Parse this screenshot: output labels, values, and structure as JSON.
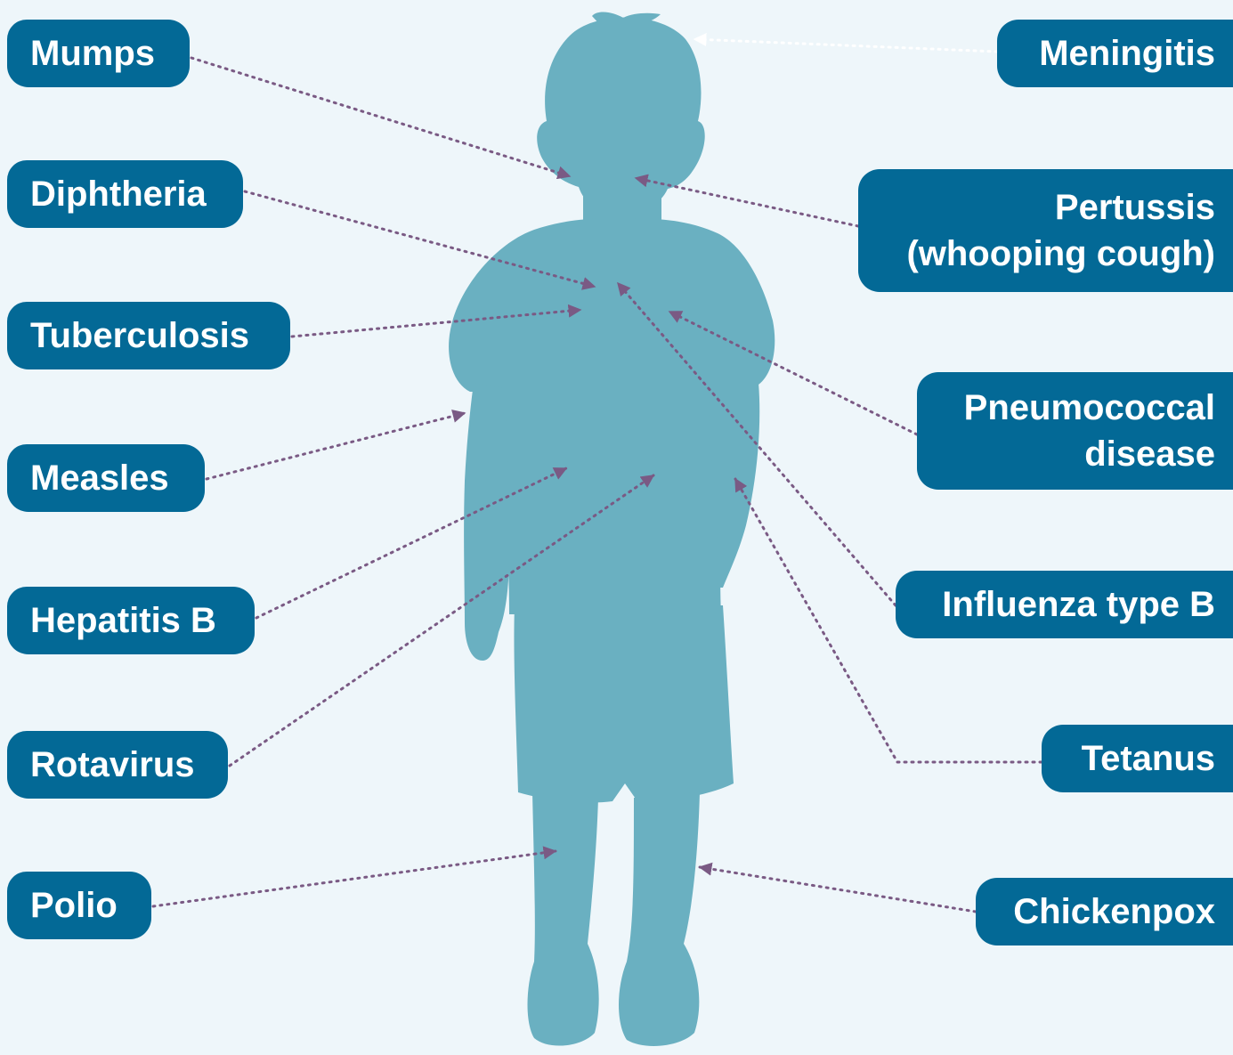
{
  "diagram": {
    "colors": {
      "background": "#eef6fa",
      "silhouette": "#6ab0c1",
      "label_fill": "#036996",
      "label_text": "#ffffff",
      "connector": "#7a5a84",
      "connector_light": "#ffffff"
    },
    "figure": "child-silhouette",
    "labels": {
      "mumps": "Mumps",
      "diphtheria": "Diphtheria",
      "tuberculosis": "Tuberculosis",
      "measles": "Measles",
      "hepatitis_b": "Hepatitis B",
      "rotavirus": "Rotavirus",
      "polio": "Polio",
      "meningitis": "Meningitis",
      "pertussis": "Pertussis\n(whooping cough)",
      "pneumococcal": "Pneumococcal\ndisease",
      "influenza_b": "Influenza type B",
      "tetanus": "Tetanus",
      "chickenpox": "Chickenpox"
    }
  }
}
